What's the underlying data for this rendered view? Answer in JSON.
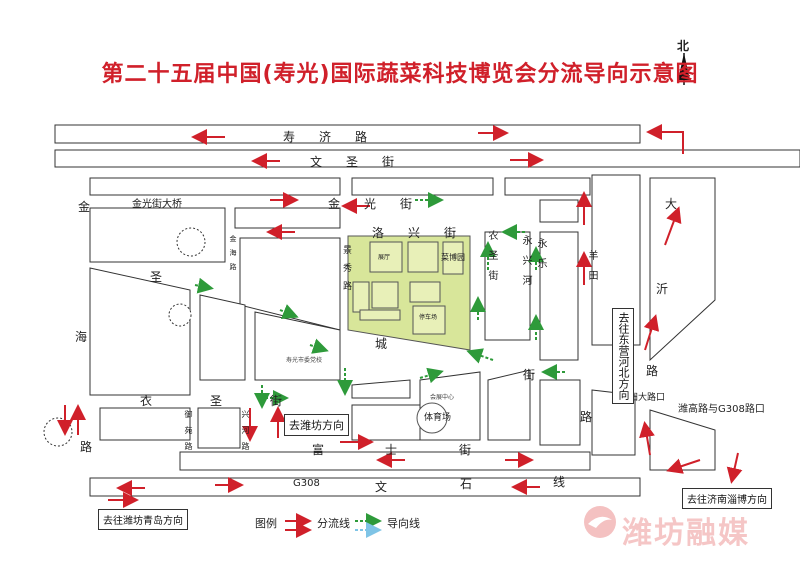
{
  "title": "第二十五届中国(寿光)国际蔬菜科技博览会分流导向示意图",
  "north": "北",
  "colors": {
    "title": "#d0202a",
    "divert": "#d0202a",
    "guide": "#2e9a3a",
    "guide_light": "#7fc4e6",
    "venue": "#d8e69a"
  },
  "streets": {
    "shouji": "寿　　济　　路",
    "wensheng": "文　　圣　　街",
    "jinguang_bridge": "金光街大桥",
    "jinguang": "金　　光　　街",
    "luoxing": "洛　　兴　　街",
    "sheng": "圣",
    "jin": "金",
    "hai": "海",
    "lu_w": "路",
    "yi": "衣",
    "yisheng": "圣　　　　街",
    "cheng": "城",
    "jie": "街",
    "fu": "富",
    "shi": "士",
    "jie2": "街",
    "g308": "G308",
    "wen": "文",
    "shi2": "石",
    "xian": "线",
    "nongsheng_v": "农　圣　街",
    "yongle_v": "永　乐",
    "yangtian_v": "羊　田",
    "yongxing_v": "永　兴　河",
    "da": "大",
    "yi2": "沂",
    "lu_e": "路",
    "lu_e2": "路",
    "jingxiu_v": "景　秀　路",
    "jinhai_v": "金　海　路",
    "yuyuan_v": "御　苑　路",
    "xinghe_v": "兴　河　路",
    "weigao": "潍高路与G308路口",
    "yangtian_road": "羊田大路口"
  },
  "boxes": {
    "weifang": "去潍坊方向",
    "jinan": "去往济南淄博方向",
    "qingdao": "去往潍坊青岛方向",
    "dongying": "去往东营河北方向"
  },
  "places": {
    "venue": "菜博园",
    "hall": "展厅",
    "parking": "停车场",
    "gym": "体育场",
    "small1": "寿光市委党校",
    "small2": "会展中心"
  },
  "legend": {
    "title": "图例",
    "divert": "分流线",
    "guide": "导向线"
  },
  "watermark": "潍坊融媒"
}
